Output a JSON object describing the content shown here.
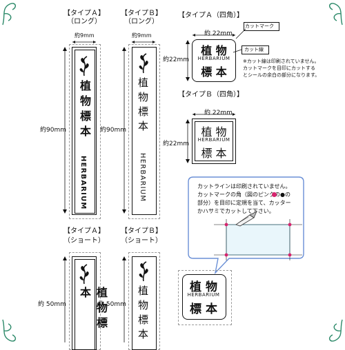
{
  "long_a": {
    "title": "【タイプＡ】",
    "subtitle": "（ロング）",
    "width": "約9mm",
    "height": "約90mm",
    "text_jp": "植物標本",
    "text_en": "HERBARIUM"
  },
  "long_b": {
    "title": "【タイプＢ】",
    "subtitle": "（ロング）",
    "width": "約9mm",
    "height": "約90mm",
    "text_jp": "植物標本",
    "text_en": "HERBARIUM"
  },
  "short_a": {
    "title": "【タイプＡ】",
    "subtitle": "（ショート）",
    "height": "約 50mm",
    "text_jp": "植物標本"
  },
  "short_b": {
    "title": "【タイプＢ】",
    "subtitle": "（ショート）",
    "height": "約 50mm",
    "text_jp": "植物標本"
  },
  "square_a": {
    "title": "【タイプＡ（四角）】",
    "width": "約 22mm",
    "height": "約22mm",
    "label_cut_mark": "カットマーク",
    "label_cut_line": "カット線",
    "note": [
      "※カット線は印刷されていません。",
      "カットマークを目印にカットする",
      "とシールの余白の部分になります。"
    ]
  },
  "square_b": {
    "title": "【タイプＢ（四角）】",
    "width": "約 22mm",
    "height": "約22mm"
  },
  "square_text": {
    "line1": "植 物",
    "latin": "HERBARIUM",
    "line2": "標 本"
  },
  "callout": {
    "lines": [
      "カットラインは印刷されていません。",
      "カットマークの角（図のピンクの●の",
      "部分）を目印に定規を当て、カッター",
      "かハサミでカットして下さい。"
    ]
  },
  "colors": {
    "accent": "#2d8a6a",
    "pink": "#d6246e",
    "guide": "#7fd1e8",
    "bubble_border": "#6a8fd6"
  }
}
